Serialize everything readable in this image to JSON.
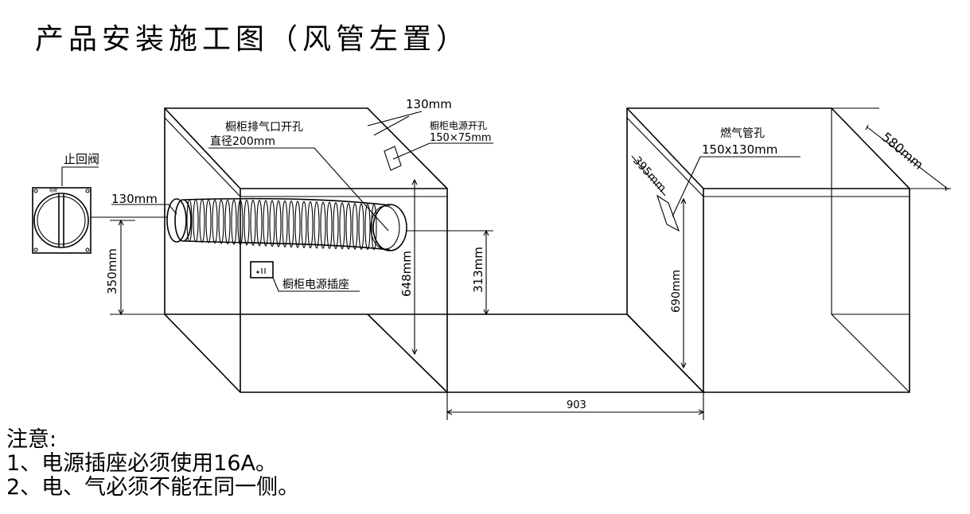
{
  "title": "产品安装施工图（风管左置）",
  "labels": {
    "check_valve": "止回阀",
    "exhaust_hole": "橱柜排气口开孔",
    "exhaust_diameter": "直径200mm",
    "power_hole": "橱柜电源开孔",
    "power_hole_size": "150×75mm",
    "gas_hole": "燃气管孔",
    "gas_hole_size": "150x130mm",
    "socket": "橱柜电源插座",
    "valve_badge": "铭牌"
  },
  "dimensions": {
    "d130_top": "130mm",
    "d130_left": "130mm",
    "d350": "350mm",
    "d648": "648mm",
    "d313": "313mm",
    "d690": "690mm",
    "d395": "395mm",
    "d580": "580mm",
    "d903": "903"
  },
  "notes": {
    "heading": "注意:",
    "n1": "1、电源插座必须使用16A。",
    "n2": "2、电、气必须不能在同一侧。"
  }
}
